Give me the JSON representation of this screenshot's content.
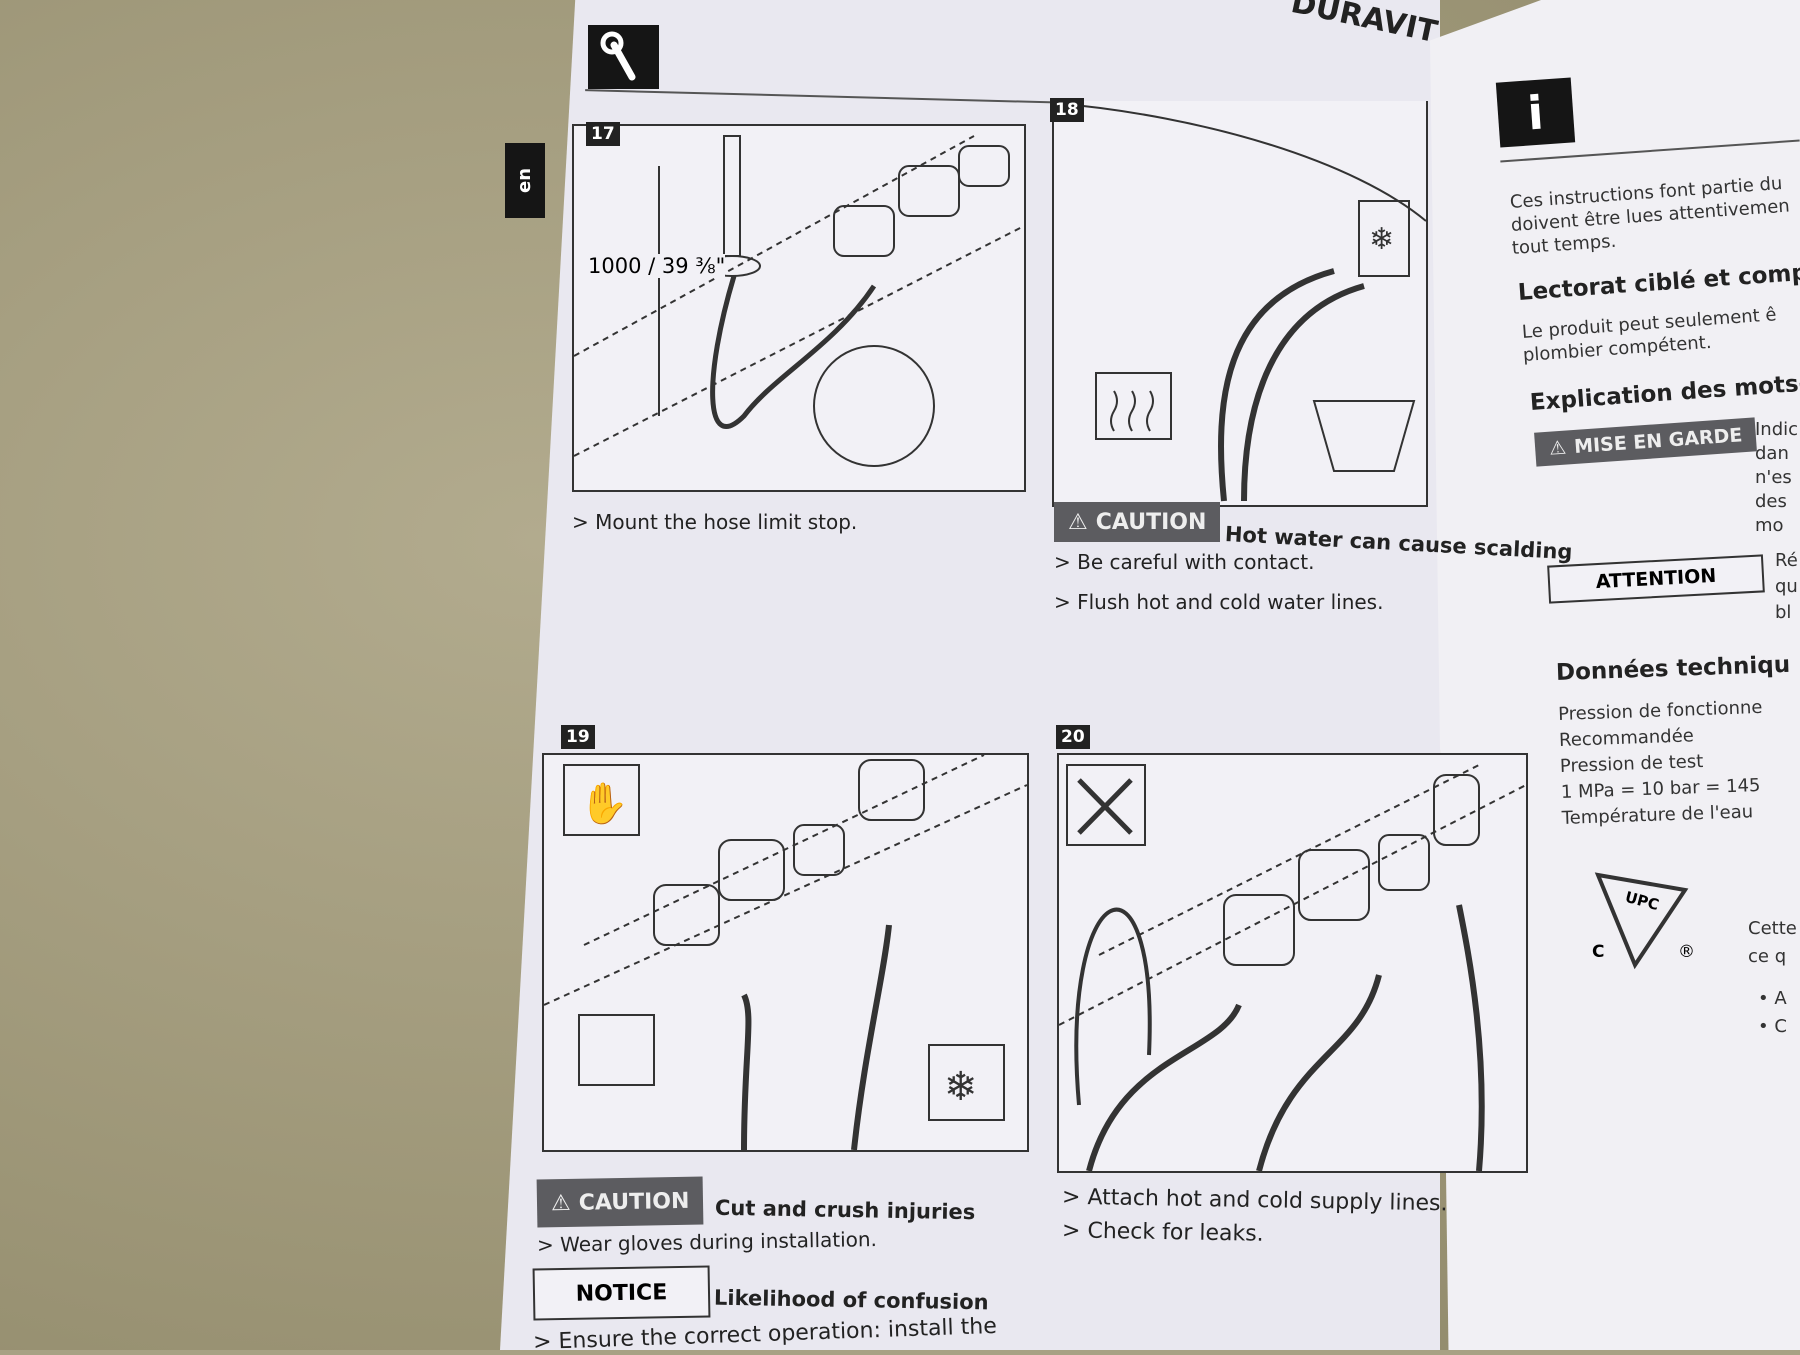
{
  "brand": "DURAVIT",
  "side_tab": "en",
  "steps": [
    {
      "number": "17",
      "dimension": "1000 / 39 ⅜\"",
      "instructions": [
        "Mount the hose limit stop."
      ]
    },
    {
      "number": "18",
      "caution_label": "CAUTION",
      "caution_text": "Hot water can cause scalding",
      "instructions": [
        "Be careful with contact.",
        "Flush hot and cold water lines."
      ]
    },
    {
      "number": "19",
      "caution_label": "CAUTION",
      "caution_text": "Cut and crush injuries",
      "instructions": [
        "Wear gloves during installation."
      ],
      "notice_label": "NOTICE",
      "notice_text": "Likelihood of confusion",
      "notice_instruction": "Ensure the correct operation: install the"
    },
    {
      "number": "20",
      "instructions": [
        "Attach hot and cold supply lines.",
        "Check for leaks."
      ]
    }
  ],
  "bullet": ">",
  "right_page": {
    "intro": [
      "Ces instructions font partie du",
      "doivent être lues attentivemen",
      "tout temps."
    ],
    "h1": "Lectorat ciblé et comp",
    "p1": [
      "Le produit peut seulement ê",
      "plombier compétent."
    ],
    "h2": "Explication des mots-",
    "warning_label": "MISE EN GARDE",
    "warning_desc": [
      "Indic",
      "dan",
      "n'es",
      "des",
      "mo"
    ],
    "attention_label": "ATTENTION",
    "attention_desc": [
      "Ré",
      "qu",
      "bl"
    ],
    "h3": "Données techniqu",
    "tech": [
      "Pression de fonctionne",
      "Recommandée",
      "Pression de test",
      "1 MPa = 10 bar = 145",
      "Température de l'eau"
    ],
    "cert": "UPC",
    "cert_c": "C",
    "cert_r": "®",
    "cert_text": [
      "Cette",
      "ce q"
    ],
    "bullets": [
      "A",
      "C"
    ]
  }
}
